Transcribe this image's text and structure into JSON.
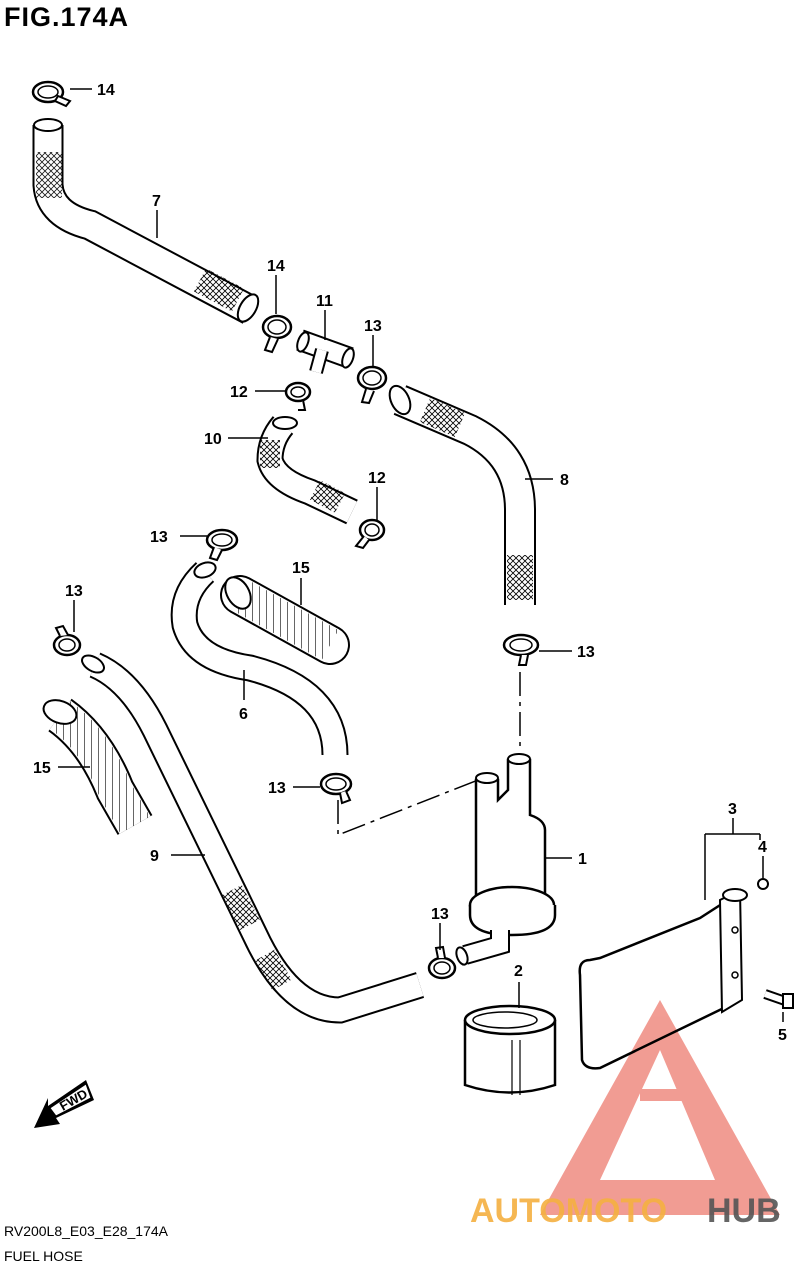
{
  "figure": {
    "title": "FIG.174A",
    "code": "RV200L8_E03_E28_174A",
    "caption": "FUEL HOSE",
    "fwd_label": "FWD"
  },
  "callouts": [
    {
      "id": "c14a",
      "text": "14"
    },
    {
      "id": "c7",
      "text": "7"
    },
    {
      "id": "c14b",
      "text": "14"
    },
    {
      "id": "c11",
      "text": "11"
    },
    {
      "id": "c13a",
      "text": "13"
    },
    {
      "id": "c12a",
      "text": "12"
    },
    {
      "id": "c10",
      "text": "10"
    },
    {
      "id": "c12b",
      "text": "12"
    },
    {
      "id": "c8",
      "text": "8"
    },
    {
      "id": "c13b",
      "text": "13"
    },
    {
      "id": "c15a",
      "text": "15"
    },
    {
      "id": "c13c",
      "text": "13"
    },
    {
      "id": "c13d",
      "text": "13"
    },
    {
      "id": "c6",
      "text": "6"
    },
    {
      "id": "c15b",
      "text": "15"
    },
    {
      "id": "c13e",
      "text": "13"
    },
    {
      "id": "c1",
      "text": "1"
    },
    {
      "id": "c9",
      "text": "9"
    },
    {
      "id": "c3",
      "text": "3"
    },
    {
      "id": "c4",
      "text": "4"
    },
    {
      "id": "c13f",
      "text": "13"
    },
    {
      "id": "c2",
      "text": "2"
    },
    {
      "id": "c5",
      "text": "5"
    }
  ],
  "watermark": {
    "part1": "AUTOMOTO",
    "part2": "HUB",
    "color1": "#f5b041",
    "color2": "#555555",
    "logo_color": "#e74c3c"
  }
}
